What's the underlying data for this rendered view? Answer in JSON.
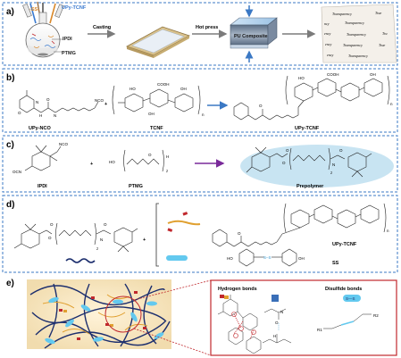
{
  "panels": {
    "a": {
      "letter": "a)",
      "ss_label": "-SS-",
      "upy_label": "UPy-TCNF",
      "ipdi_label": "IPDI",
      "ptmg_label": "PTMG",
      "step1": "Casting",
      "step2": "Hot press",
      "composite_label": "PU Composite",
      "paper_words": [
        "Transparency",
        "True",
        "ncy",
        "Transparency",
        "ency",
        "Transparency",
        "Tru",
        "ency",
        "Transparency",
        "True",
        "ency",
        "Transparency"
      ]
    },
    "b": {
      "letter": "b)",
      "reactant1": "UPy-NCO",
      "reactant2": "TCNF",
      "product": "UPy-TCNF"
    },
    "c": {
      "letter": "c)",
      "reactant1": "IPDI",
      "reactant2": "PTMG",
      "product": "Prepolymer"
    },
    "d": {
      "letter": "d)",
      "item1": "UPy-TCNF",
      "item2": "SS"
    },
    "e": {
      "letter": "e)",
      "hbond_title": "Hydrogen bonds",
      "disulfide_title": "Disulfide bonds",
      "ss_text": "S—S",
      "r1": "R1",
      "r2": "R2"
    }
  },
  "colors": {
    "dash_border": "#3b78c4",
    "arrow_blue": "#3b78c4",
    "arrow_purple": "#7a2a9a",
    "arrow_gray": "#808080",
    "ss_orange": "#d9882a",
    "upy_blue": "#3a7ad0",
    "ellipse": "#c8e4f2",
    "red_box": "#c0282d",
    "network_bg": "#f6e6c2",
    "cyan": "#63c9ef",
    "dark_chain": "#1d2f6e"
  }
}
